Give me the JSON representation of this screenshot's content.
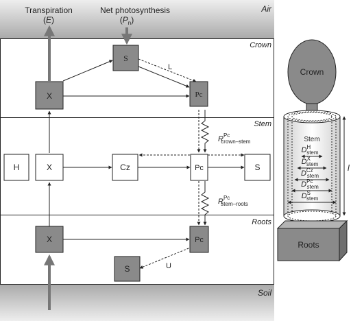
{
  "zones": {
    "air": "Air",
    "crown": "Crown",
    "stem": "Stem",
    "roots": "Roots",
    "soil": "Soil"
  },
  "flux": {
    "transpiration": "Transpiration",
    "transpiration_symbol": "E",
    "net_photosynthesis": "Net photosynthesis",
    "net_photosynthesis_symbol": "P",
    "net_photosynthesis_subscript": "n"
  },
  "nodes": {
    "crown_x": "X",
    "crown_s": "S",
    "crown_pc": "Pc",
    "stem_h": "H",
    "stem_x": "X",
    "stem_cz": "Cz",
    "stem_pc": "Pc",
    "stem_s": "S",
    "roots_x": "X",
    "roots_pc": "Pc",
    "roots_s": "S"
  },
  "edge_labels": {
    "loading": "L",
    "unloading": "U",
    "r_crown_stem_main": "R",
    "r_crown_stem_sup": "Pc",
    "r_crown_stem_sub": "crown–stem",
    "r_stem_roots_main": "R",
    "r_stem_roots_sup": "Pc",
    "r_stem_roots_sub": "stem–roots"
  },
  "tree_schematic": {
    "crown_label": "Crown",
    "stem_label": "Stem",
    "roots_label": "Roots",
    "length_symbol": "l",
    "diameters": [
      {
        "main": "D",
        "sub": "stem",
        "sup": "H"
      },
      {
        "main": "D",
        "sub": "stem",
        "sup": "X"
      },
      {
        "main": "D",
        "sub": "stem",
        "sup": "Cz"
      },
      {
        "main": "D",
        "sub": "stem",
        "sup": "Pc"
      },
      {
        "main": "D",
        "sub": "stem",
        "sup": "S"
      }
    ]
  },
  "colors": {
    "shaded_box": "#8a8a8a",
    "band_gradient_light": "#e6e6e6",
    "band_gradient_dark": "#a8a8a8",
    "line": "#222222"
  }
}
